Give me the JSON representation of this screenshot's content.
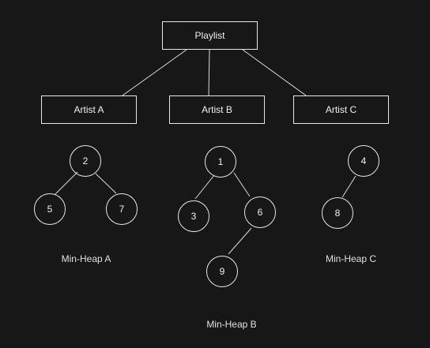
{
  "root": {
    "label": "Playlist"
  },
  "artists": [
    {
      "label": "Artist A"
    },
    {
      "label": "Artist B"
    },
    {
      "label": "Artist C"
    }
  ],
  "heaps": [
    {
      "caption": "Min-Heap A",
      "nodes": [
        "2",
        "5",
        "7"
      ]
    },
    {
      "caption": "Min-Heap B",
      "nodes": [
        "1",
        "3",
        "6",
        "9"
      ]
    },
    {
      "caption": "Min-Heap C",
      "nodes": [
        "4",
        "8"
      ]
    }
  ],
  "colors": {
    "background": "#171717",
    "stroke": "#e8e8e8",
    "text": "#f0f0f0"
  }
}
